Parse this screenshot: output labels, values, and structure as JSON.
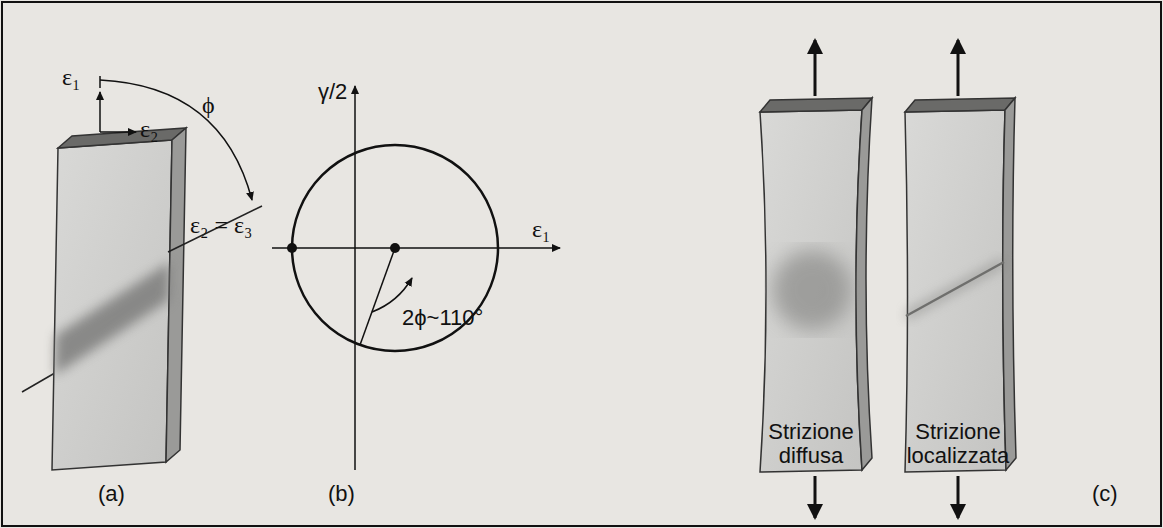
{
  "diagram": {
    "labels": [
      "ε₁",
      "ε₂",
      "ϕ",
      "(a)",
      "γ/2",
      "ε₂ = ε₃",
      "ε₁",
      "2ϕ~110°",
      "(b)",
      "Strizione diffusa",
      "Strizione localizzata",
      "(c)"
    ]
  }
}
